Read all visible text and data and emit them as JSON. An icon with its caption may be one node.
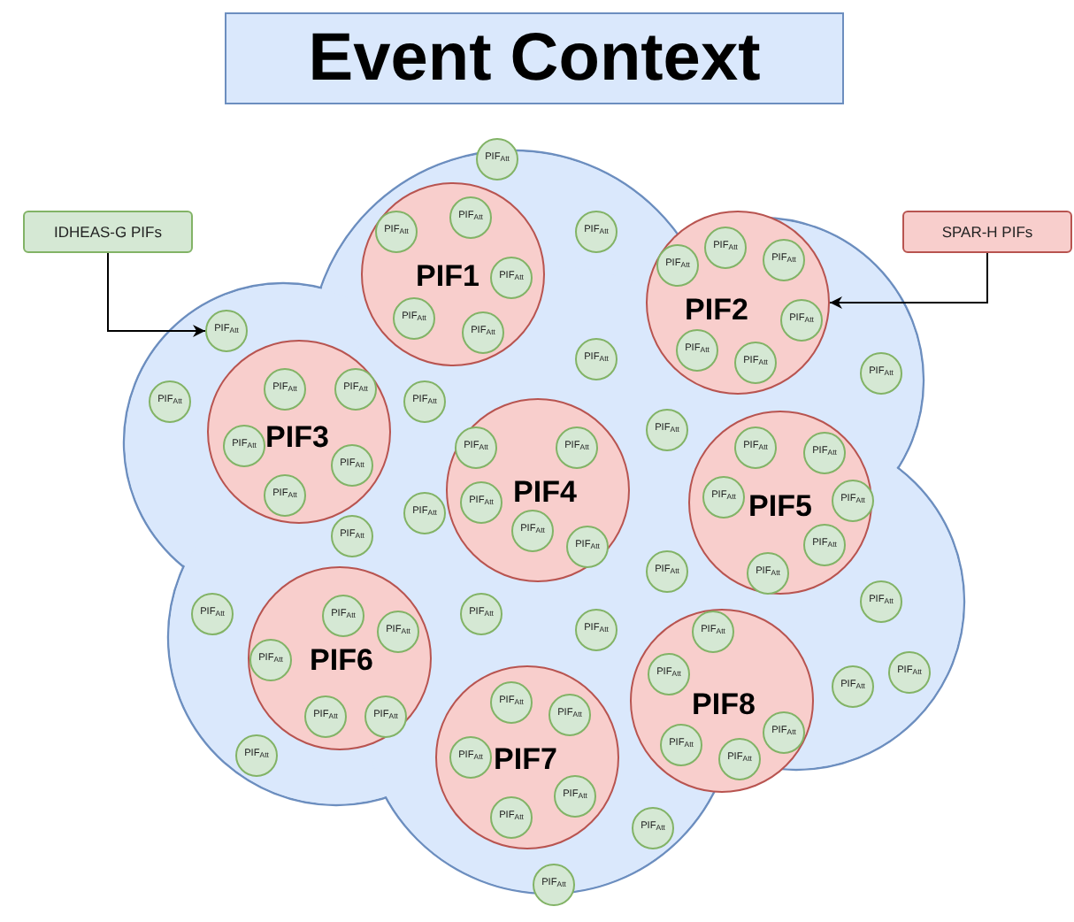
{
  "diagram": {
    "title": "Event Context",
    "nodes": [
      {
        "text": [
          "IDHEAS-G PIFs"
        ]
      },
      {
        "text": [
          "SPAR-H PIFs"
        ]
      },
      {
        "text": [],
        "shape": "cloud"
      },
      {
        "text": [
          "PIF1"
        ],
        "in": 2
      },
      {
        "text": [
          "PIF2"
        ],
        "in": 2
      },
      {
        "text": [
          "PIF3"
        ],
        "in": 2
      },
      {
        "text": [
          "PIF4"
        ],
        "in": 2
      },
      {
        "text": [
          "PIF5"
        ],
        "in": 2
      },
      {
        "text": [
          "PIF6"
        ],
        "in": 2
      },
      {
        "text": [
          "PIF7"
        ],
        "in": 2
      },
      {
        "text": [
          "PIF8"
        ],
        "in": 2
      },
      {
        "text": [
          "PIF$_{Att}$"
        ],
        "in": 3
      },
      {
        "text": [
          "PIF$_{Att}$"
        ],
        "in": 3
      },
      {
        "text": [
          "PIF$_{Att}$"
        ],
        "in": 3
      },
      {
        "text": [
          "PIF$_{Att}$"
        ],
        "in": 3
      },
      {
        "text": [
          "PIF$_{Att}$"
        ],
        "in": 3
      },
      {
        "text": [
          "PIF$_{Att}$"
        ],
        "in": 4
      },
      {
        "text": [
          "PIF$_{Att}$"
        ],
        "in": 4
      },
      {
        "text": [
          "PIF$_{Att}$"
        ],
        "in": 4
      },
      {
        "text": [
          "PIF$_{Att}$"
        ],
        "in": 4
      },
      {
        "text": [
          "PIF$_{Att}$"
        ],
        "in": 4
      },
      {
        "text": [
          "PIF$_{Att}$"
        ],
        "in": 4
      },
      {
        "text": [
          "PIF$_{Att}$"
        ],
        "in": 5
      },
      {
        "text": [
          "PIF$_{Att}$"
        ],
        "in": 5
      },
      {
        "text": [
          "PIF$_{Att}$"
        ],
        "in": 5
      },
      {
        "text": [
          "PIF$_{Att}$"
        ],
        "in": 5
      },
      {
        "text": [
          "PIF$_{Att}$"
        ],
        "in": 5
      },
      {
        "text": [
          "PIF$_{Att}$"
        ],
        "in": 6
      },
      {
        "text": [
          "PIF$_{Att}$"
        ],
        "in": 6
      },
      {
        "text": [
          "PIF$_{Att}$"
        ],
        "in": 6
      },
      {
        "text": [
          "PIF$_{Att}$"
        ],
        "in": 6
      },
      {
        "text": [
          "PIF$_{Att}$"
        ],
        "in": 6
      },
      {
        "text": [
          "PIF$_{Att}$"
        ],
        "in": 7
      },
      {
        "text": [
          "PIF$_{Att}$"
        ],
        "in": 7
      },
      {
        "text": [
          "PIF$_{Att}$"
        ],
        "in": 7
      },
      {
        "text": [
          "PIF$_{Att}$"
        ],
        "in": 7
      },
      {
        "text": [
          "PIF$_{Att}$"
        ],
        "in": 7
      },
      {
        "text": [
          "PIF$_{Att}$"
        ],
        "in": 7
      },
      {
        "text": [
          "PIF$_{Att}$"
        ],
        "in": 8
      },
      {
        "text": [
          "PIF$_{Att}$"
        ],
        "in": 8
      },
      {
        "text": [
          "PIF$_{Att}$"
        ],
        "in": 8
      },
      {
        "text": [
          "PIF$_{Att}$"
        ],
        "in": 8
      },
      {
        "text": [
          "PIF$_{Att}$"
        ],
        "in": 8
      },
      {
        "text": [
          "PIF$_{Att}$"
        ],
        "in": 9
      },
      {
        "text": [
          "PIF$_{Att}$"
        ],
        "in": 9
      },
      {
        "text": [
          "PIF$_{Att}$"
        ],
        "in": 9
      },
      {
        "text": [
          "PIF$_{Att}$"
        ],
        "in": 9
      },
      {
        "text": [
          "PIF$_{Att}$"
        ],
        "in": 9
      },
      {
        "text": [
          "PIF$_{Att}$"
        ],
        "in": 10
      },
      {
        "text": [
          "PIF$_{Att}$"
        ],
        "in": 10
      },
      {
        "text": [
          "PIF$_{Att}$"
        ],
        "in": 10
      },
      {
        "text": [
          "PIF$_{Att}$"
        ],
        "in": 10
      },
      {
        "text": [
          "PIF$_{Att}$"
        ],
        "in": 10
      },
      {
        "text": [
          "PIF$_{Att}$"
        ],
        "in": 2
      },
      {
        "text": [
          "PIF$_{Att}$"
        ],
        "in": 2
      },
      {
        "text": [
          "PIF$_{Att}$"
        ],
        "in": 2
      },
      {
        "text": [
          "PIF$_{Att}$"
        ],
        "in": 2
      },
      {
        "text": [
          "PIF$_{Att}$"
        ],
        "in": 2
      },
      {
        "text": [
          "PIF$_{Att}$"
        ],
        "in": 2
      },
      {
        "text": [
          "PIF$_{Att}$"
        ],
        "in": 2
      },
      {
        "text": [
          "PIF$_{Att}$"
        ],
        "in": 2
      },
      {
        "text": [
          "PIF$_{Att}$"
        ],
        "in": 2
      },
      {
        "text": [
          "PIF$_{Att}$"
        ],
        "in": 2
      },
      {
        "text": [
          "PIF$_{Att}$"
        ],
        "in": 2
      },
      {
        "text": [
          "PIF$_{Att}$"
        ],
        "in": 2
      },
      {
        "text": [
          "PIF$_{Att}$"
        ],
        "in": 2
      },
      {
        "text": [
          "PIF$_{Att}$"
        ],
        "in": 2
      },
      {
        "text": [
          "PIF$_{Att}$"
        ],
        "in": 2
      },
      {
        "text": [
          "PIF$_{Att}$"
        ],
        "in": 2
      },
      {
        "text": [
          "PIF$_{Att}$"
        ],
        "in": 2
      },
      {
        "text": [
          "PIF$_{Att}$"
        ],
        "in": 2
      },
      {
        "text": [
          "PIF$_{Att}$"
        ],
        "in": 2
      },
      {
        "text": [
          "PIF$_{Att}$"
        ],
        "in": 2
      }
    ],
    "edges": [
      {
        "from": 0,
        "to": 55,
        "arrow": "to"
      },
      {
        "from": 1,
        "to": 4,
        "arrow": "to"
      }
    ]
  }
}
